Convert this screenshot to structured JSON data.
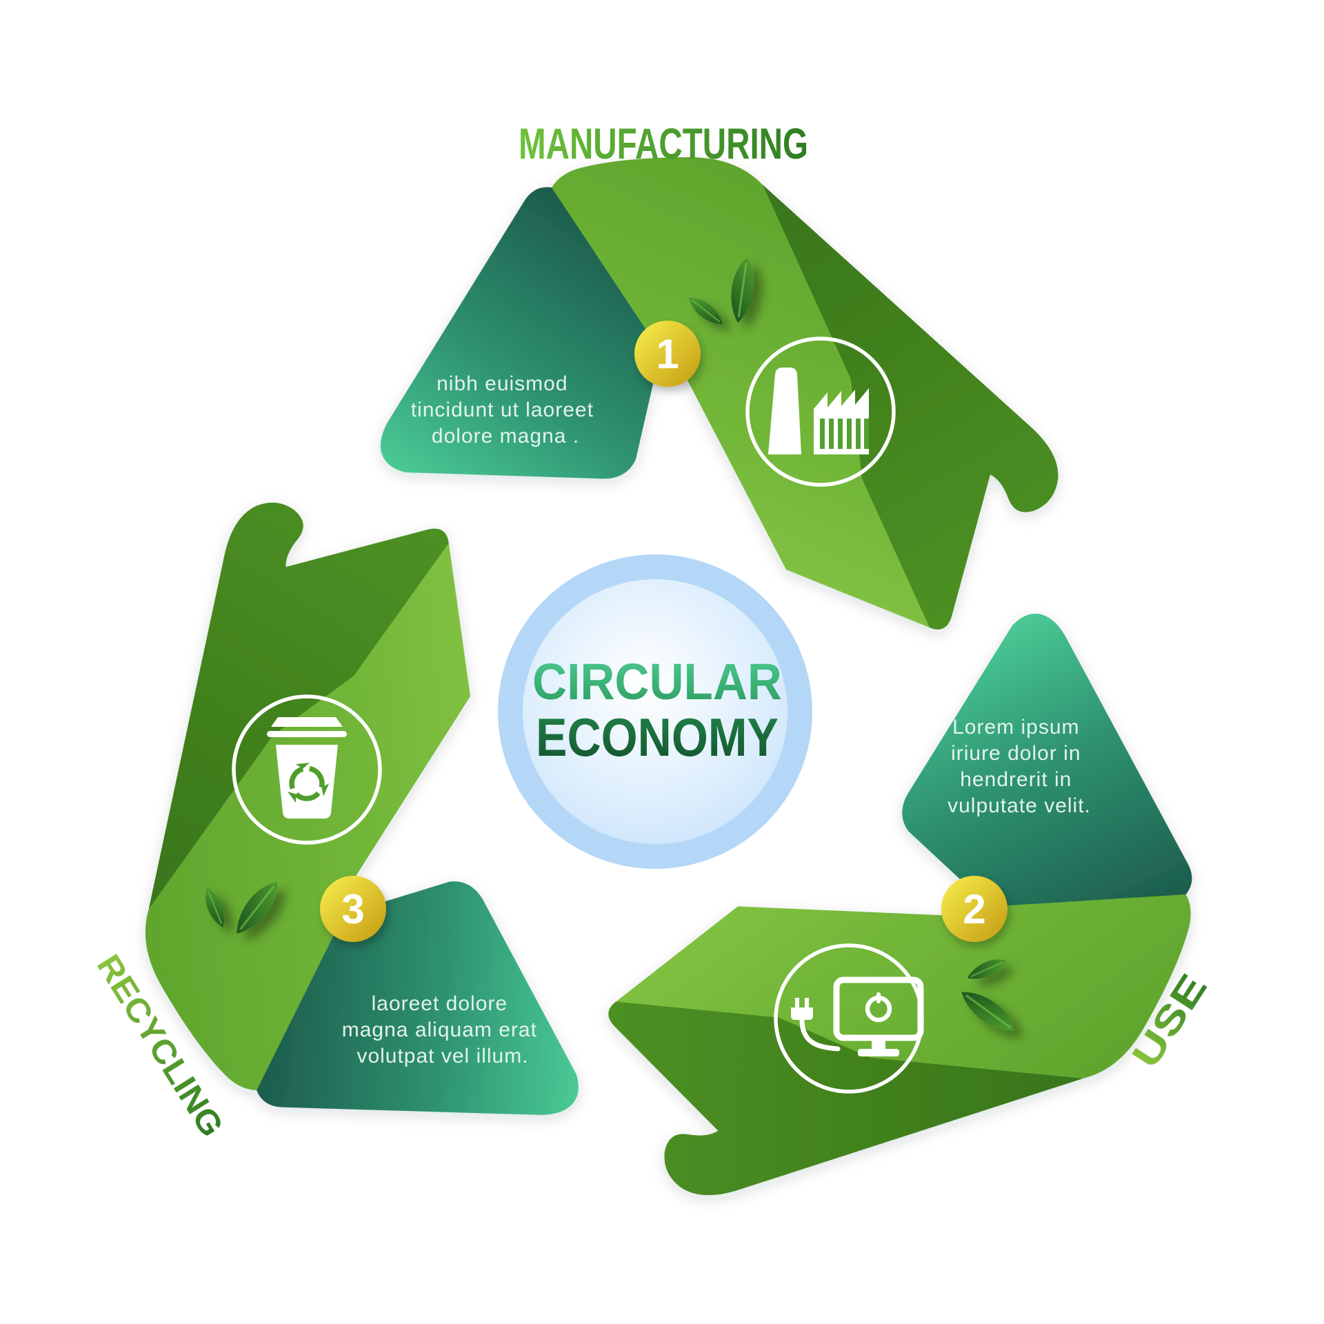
{
  "infographic": {
    "center": {
      "title_line1": "CIRCULAR",
      "title_line2": "ECONOMY"
    },
    "steps": [
      {
        "number": "1",
        "label": "MANUFACTURING",
        "icon": "factory-icon",
        "lines": [
          "nibh euismod",
          "tincidunt ut laoreet",
          "dolore magna ."
        ]
      },
      {
        "number": "2",
        "label": "USE",
        "icon": "computer-icon",
        "lines": [
          "Lorem ipsum",
          "iriure dolor in",
          "hendrerit in",
          "vulputate velit."
        ]
      },
      {
        "number": "3",
        "label": "RECYCLING",
        "icon": "trash-recycle-icon",
        "lines": [
          "laoreet dolore",
          "magna aliquam erat",
          "volutpat vel illum."
        ]
      }
    ],
    "colors": {
      "band_green_light": "#93cc4b",
      "band_green": "#66ac31",
      "band_dark_green": "#3a771c",
      "fold_teal_dark": "#1c5a4b",
      "fold_teal_light": "#4ed29b",
      "badge_yellow": "#e3c21e",
      "center_circle_blue": "#b5d7f7",
      "title_green_light": "#6fc13c",
      "title_green_dark": "#2e7d21"
    }
  }
}
